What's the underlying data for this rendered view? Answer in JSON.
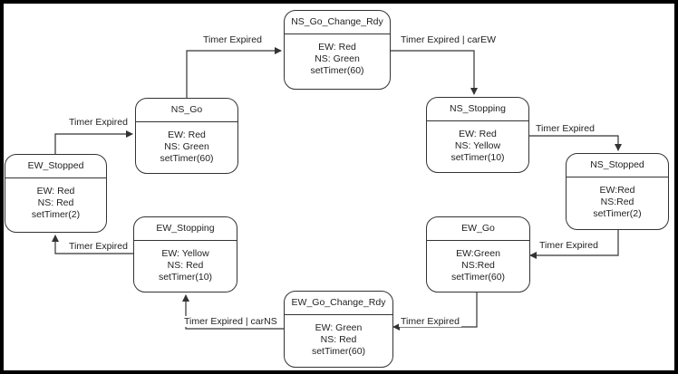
{
  "states": [
    {
      "id": "ns_go_change_rdy",
      "title": "NS_Go_Change_Rdy",
      "lines": [
        "EW: Red",
        "NS: Green",
        "setTimer(60)"
      ]
    },
    {
      "id": "ns_stopping",
      "title": "NS_Stopping",
      "lines": [
        "EW: Red",
        "NS: Yellow",
        "setTimer(10)"
      ]
    },
    {
      "id": "ns_stopped",
      "title": "NS_Stopped",
      "lines": [
        "EW:Red",
        "NS:Red",
        "setTimer(2)"
      ]
    },
    {
      "id": "ew_go",
      "title": "EW_Go",
      "lines": [
        "EW:Green",
        "NS:Red",
        "setTimer(60)"
      ]
    },
    {
      "id": "ew_go_change_rdy",
      "title": "EW_Go_Change_Rdy",
      "lines": [
        "EW: Green",
        "NS: Red",
        "setTimer(60)"
      ]
    },
    {
      "id": "ew_stopping",
      "title": "EW_Stopping",
      "lines": [
        "EW: Yellow",
        "NS: Red",
        "setTimer(10)"
      ]
    },
    {
      "id": "ew_stopped",
      "title": "EW_Stopped",
      "lines": [
        "EW: Red",
        "NS: Red",
        "setTimer(2)"
      ]
    },
    {
      "id": "ns_go",
      "title": "NS_Go",
      "lines": [
        "EW: Red",
        "NS: Green",
        "setTimer(60)"
      ]
    }
  ],
  "transitions": [
    {
      "id": "t_nsgo_to_nsgochange",
      "label": "Timer Expired"
    },
    {
      "id": "t_nsgochange_to_nsstopping",
      "label": "Timer Expired | carEW"
    },
    {
      "id": "t_nsstopping_to_nsstopped",
      "label": "Timer Expired"
    },
    {
      "id": "t_nsstopped_to_ewgo",
      "label": "Timer Expired"
    },
    {
      "id": "t_ewgo_to_ewgochange",
      "label": "Timer Expired"
    },
    {
      "id": "t_ewgochange_to_ewstopping",
      "label": "Timer Expired | carNS"
    },
    {
      "id": "t_ewstopping_to_ewstopped",
      "label": "Timer Expired"
    },
    {
      "id": "t_ewstopped_to_nsgo",
      "label": "Timer Expired"
    }
  ]
}
